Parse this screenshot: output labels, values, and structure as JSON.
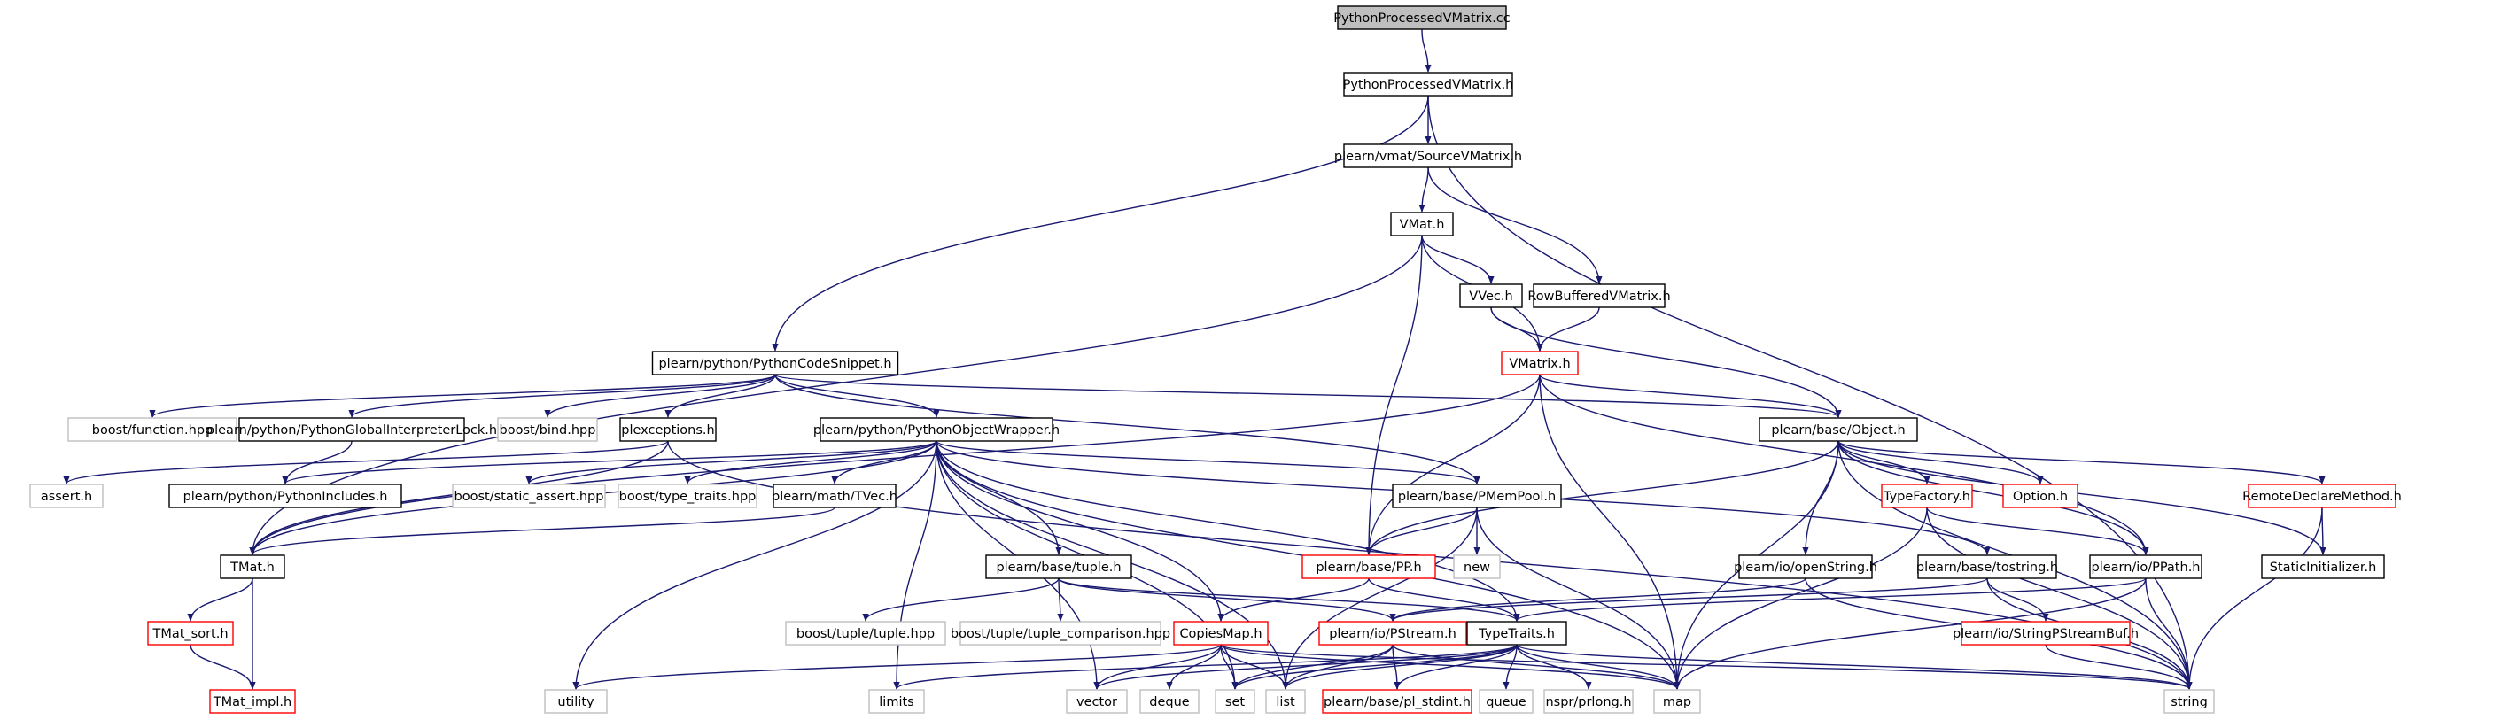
{
  "diagram": {
    "root_color": "#bfbfbf",
    "edge_color": "#191970",
    "nodes": [
      {
        "id": "root",
        "label": "PythonProcessedVMatrix.cc",
        "style": "root"
      },
      {
        "id": "ppvm_h",
        "label": "PythonProcessedVMatrix.h",
        "style": "normal"
      },
      {
        "id": "source_vm",
        "label": "plearn/vmat/SourceVMatrix.h",
        "style": "normal"
      },
      {
        "id": "vmat_h",
        "label": "VMat.h",
        "style": "normal"
      },
      {
        "id": "vvec_h",
        "label": "VVec.h",
        "style": "normal"
      },
      {
        "id": "rowbuf",
        "label": "RowBufferedVMatrix.h",
        "style": "normal"
      },
      {
        "id": "vmatrix_h",
        "label": "VMatrix.h",
        "style": "truncated"
      },
      {
        "id": "pycode",
        "label": "plearn/python/PythonCodeSnippet.h",
        "style": "normal"
      },
      {
        "id": "boost_function",
        "label": "boost/function.hpp",
        "style": "external"
      },
      {
        "id": "pygil",
        "label": "plearn/python/PythonGlobalInterpreterLock.h",
        "style": "normal"
      },
      {
        "id": "boost_bind",
        "label": "boost/bind.hpp",
        "style": "external"
      },
      {
        "id": "plexceptions",
        "label": "plexceptions.h",
        "style": "normal"
      },
      {
        "id": "pyobjwrap",
        "label": "plearn/python/PythonObjectWrapper.h",
        "style": "normal"
      },
      {
        "id": "object_h",
        "label": "plearn/base/Object.h",
        "style": "normal"
      },
      {
        "id": "assert_h",
        "label": "assert.h",
        "style": "external"
      },
      {
        "id": "pyincludes",
        "label": "plearn/python/PythonIncludes.h",
        "style": "normal"
      },
      {
        "id": "boost_static_assert",
        "label": "boost/static_assert.hpp",
        "style": "external"
      },
      {
        "id": "boost_type_traits",
        "label": "boost/type_traits.hpp",
        "style": "external"
      },
      {
        "id": "tvec_h",
        "label": "plearn/math/TVec.h",
        "style": "normal"
      },
      {
        "id": "pmempool",
        "label": "plearn/base/PMemPool.h",
        "style": "normal"
      },
      {
        "id": "typefactory",
        "label": "TypeFactory.h",
        "style": "truncated"
      },
      {
        "id": "option_h",
        "label": "Option.h",
        "style": "truncated"
      },
      {
        "id": "remotedeclare",
        "label": "RemoteDeclareMethod.h",
        "style": "truncated"
      },
      {
        "id": "tmat_h",
        "label": "TMat.h",
        "style": "normal"
      },
      {
        "id": "tuple_h",
        "label": "plearn/base/tuple.h",
        "style": "normal"
      },
      {
        "id": "pp_h",
        "label": "plearn/base/PP.h",
        "style": "truncated"
      },
      {
        "id": "new_h",
        "label": "new",
        "style": "external"
      },
      {
        "id": "openstring",
        "label": "plearn/io/openString.h",
        "style": "normal"
      },
      {
        "id": "tostring",
        "label": "plearn/base/tostring.h",
        "style": "normal"
      },
      {
        "id": "ppath",
        "label": "plearn/io/PPath.h",
        "style": "normal"
      },
      {
        "id": "staticinit",
        "label": "StaticInitializer.h",
        "style": "normal"
      },
      {
        "id": "tmat_sort",
        "label": "TMat_sort.h",
        "style": "truncated"
      },
      {
        "id": "boost_tuple",
        "label": "boost/tuple/tuple.hpp",
        "style": "external"
      },
      {
        "id": "boost_tuple_cmp",
        "label": "boost/tuple/tuple_comparison.hpp",
        "style": "external"
      },
      {
        "id": "copiesmap",
        "label": "CopiesMap.h",
        "style": "truncated"
      },
      {
        "id": "pstream",
        "label": "plearn/io/PStream.h",
        "style": "truncated"
      },
      {
        "id": "typetraits",
        "label": "TypeTraits.h",
        "style": "normal"
      },
      {
        "id": "stringpstreambuf",
        "label": "plearn/io/StringPStreamBuf.h",
        "style": "truncated"
      },
      {
        "id": "tmat_impl",
        "label": "TMat_impl.h",
        "style": "truncated"
      },
      {
        "id": "utility",
        "label": "utility",
        "style": "external"
      },
      {
        "id": "limits",
        "label": "limits",
        "style": "external"
      },
      {
        "id": "vector",
        "label": "vector",
        "style": "external"
      },
      {
        "id": "deque",
        "label": "deque",
        "style": "external"
      },
      {
        "id": "set",
        "label": "set",
        "style": "external"
      },
      {
        "id": "list",
        "label": "list",
        "style": "external"
      },
      {
        "id": "pl_stdint",
        "label": "plearn/base/pl_stdint.h",
        "style": "truncated"
      },
      {
        "id": "queue",
        "label": "queue",
        "style": "external"
      },
      {
        "id": "prlong",
        "label": "nspr/prlong.h",
        "style": "external"
      },
      {
        "id": "map",
        "label": "map",
        "style": "external"
      },
      {
        "id": "string",
        "label": "string",
        "style": "external"
      }
    ],
    "edges": [
      [
        "root",
        "ppvm_h"
      ],
      [
        "ppvm_h",
        "source_vm"
      ],
      [
        "ppvm_h",
        "pycode"
      ],
      [
        "ppvm_h",
        "string"
      ],
      [
        "source_vm",
        "vmat_h"
      ],
      [
        "source_vm",
        "rowbuf"
      ],
      [
        "vmat_h",
        "vvec_h"
      ],
      [
        "vmat_h",
        "vmatrix_h"
      ],
      [
        "vmat_h",
        "tmat_h"
      ],
      [
        "vmat_h",
        "pp_h"
      ],
      [
        "vvec_h",
        "vmatrix_h"
      ],
      [
        "vvec_h",
        "object_h"
      ],
      [
        "rowbuf",
        "vmatrix_h"
      ],
      [
        "vmatrix_h",
        "object_h"
      ],
      [
        "vmatrix_h",
        "pp_h"
      ],
      [
        "vmatrix_h",
        "ppath"
      ],
      [
        "vmatrix_h",
        "map"
      ],
      [
        "vmatrix_h",
        "tmat_h"
      ],
      [
        "pycode",
        "boost_function"
      ],
      [
        "pycode",
        "pygil"
      ],
      [
        "pycode",
        "boost_bind"
      ],
      [
        "pycode",
        "plexceptions"
      ],
      [
        "pycode",
        "pyobjwrap"
      ],
      [
        "pycode",
        "object_h"
      ],
      [
        "pycode",
        "pmempool"
      ],
      [
        "pygil",
        "pyincludes"
      ],
      [
        "plexceptions",
        "assert_h"
      ],
      [
        "plexceptions",
        "tmat_h"
      ],
      [
        "plexceptions",
        "string"
      ],
      [
        "pyobjwrap",
        "pyincludes"
      ],
      [
        "pyobjwrap",
        "boost_static_assert"
      ],
      [
        "pyobjwrap",
        "boost_type_traits"
      ],
      [
        "pyobjwrap",
        "tvec_h"
      ],
      [
        "pyobjwrap",
        "tmat_h"
      ],
      [
        "pyobjwrap",
        "pmempool"
      ],
      [
        "pyobjwrap",
        "tuple_h"
      ],
      [
        "pyobjwrap",
        "copiesmap"
      ],
      [
        "pyobjwrap",
        "tostring"
      ],
      [
        "pyobjwrap",
        "utility"
      ],
      [
        "pyobjwrap",
        "limits"
      ],
      [
        "pyobjwrap",
        "vector"
      ],
      [
        "pyobjwrap",
        "set"
      ],
      [
        "pyobjwrap",
        "map"
      ],
      [
        "pyobjwrap",
        "list"
      ],
      [
        "pyobjwrap",
        "typetraits"
      ],
      [
        "object_h",
        "pp_h"
      ],
      [
        "object_h",
        "typefactory"
      ],
      [
        "object_h",
        "option_h"
      ],
      [
        "object_h",
        "remotedeclare"
      ],
      [
        "object_h",
        "openstring"
      ],
      [
        "object_h",
        "ppath"
      ],
      [
        "object_h",
        "staticinit"
      ],
      [
        "object_h",
        "map"
      ],
      [
        "object_h",
        "string"
      ],
      [
        "tvec_h",
        "tmat_h"
      ],
      [
        "pmempool",
        "pp_h"
      ],
      [
        "pmempool",
        "new_h"
      ],
      [
        "pmempool",
        "map"
      ],
      [
        "pmempool",
        "list"
      ],
      [
        "typefactory",
        "ppath"
      ],
      [
        "typefactory",
        "map"
      ],
      [
        "typefactory",
        "string"
      ],
      [
        "remotedeclare",
        "staticinit"
      ],
      [
        "remotedeclare",
        "string"
      ],
      [
        "tmat_h",
        "tmat_sort"
      ],
      [
        "tmat_h",
        "tmat_impl"
      ],
      [
        "tmat_sort",
        "tmat_impl"
      ],
      [
        "tuple_h",
        "boost_tuple"
      ],
      [
        "tuple_h",
        "boost_tuple_cmp"
      ],
      [
        "tuple_h",
        "pstream"
      ],
      [
        "tuple_h",
        "typetraits"
      ],
      [
        "pp_h",
        "copiesmap"
      ],
      [
        "pp_h",
        "typetraits"
      ],
      [
        "openstring",
        "pstream"
      ],
      [
        "openstring",
        "string"
      ],
      [
        "tostring",
        "stringpstreambuf"
      ],
      [
        "tostring",
        "pstream"
      ],
      [
        "tostring",
        "string"
      ],
      [
        "ppath",
        "typetraits"
      ],
      [
        "ppath",
        "map"
      ],
      [
        "ppath",
        "string"
      ],
      [
        "copiesmap",
        "utility"
      ],
      [
        "copiesmap",
        "vector"
      ],
      [
        "copiesmap",
        "deque"
      ],
      [
        "copiesmap",
        "set"
      ],
      [
        "copiesmap",
        "list"
      ],
      [
        "copiesmap",
        "map"
      ],
      [
        "copiesmap",
        "string"
      ],
      [
        "pstream",
        "pl_stdint"
      ],
      [
        "pstream",
        "map"
      ],
      [
        "pstream",
        "set"
      ],
      [
        "pstream",
        "list"
      ],
      [
        "typetraits",
        "limits"
      ],
      [
        "typetraits",
        "vector"
      ],
      [
        "typetraits",
        "list"
      ],
      [
        "typetraits",
        "set"
      ],
      [
        "typetraits",
        "pl_stdint"
      ],
      [
        "typetraits",
        "queue"
      ],
      [
        "typetraits",
        "prlong"
      ],
      [
        "typetraits",
        "map"
      ],
      [
        "typetraits",
        "string"
      ],
      [
        "stringpstreambuf",
        "string"
      ]
    ]
  }
}
